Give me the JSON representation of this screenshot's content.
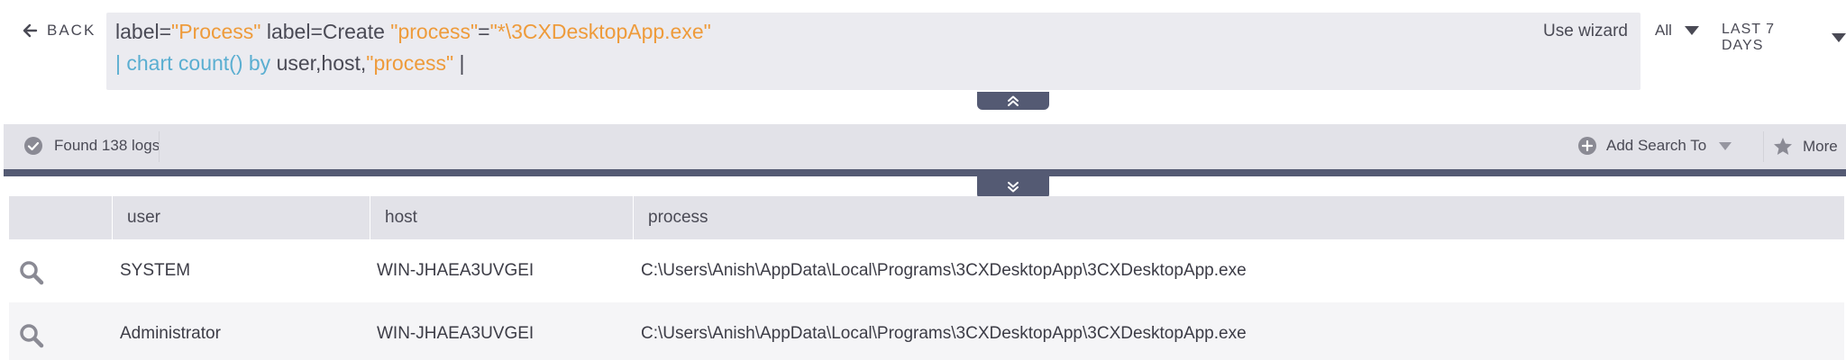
{
  "header": {
    "back_label": "BACK",
    "use_wizard_label": "Use wizard",
    "scope_filter": "All",
    "time_range": "LAST 7 DAYS"
  },
  "query": {
    "line1": [
      {
        "text": "label=",
        "kind": "plain"
      },
      {
        "text": "\"Process\"",
        "kind": "string"
      },
      {
        "text": " label=Create ",
        "kind": "plain"
      },
      {
        "text": "\"process\"",
        "kind": "string"
      },
      {
        "text": "=",
        "kind": "plain"
      },
      {
        "text": "\"*\\3CXDesktopApp.exe\"",
        "kind": "string"
      }
    ],
    "line2": [
      {
        "text": "| ",
        "kind": "keyword"
      },
      {
        "text": "chart count()",
        "kind": "keyword"
      },
      {
        "text": " by ",
        "kind": "keyword"
      },
      {
        "text": "user,host,",
        "kind": "plain"
      },
      {
        "text": "\"process\"",
        "kind": "string"
      },
      {
        "text": " |",
        "kind": "plain"
      }
    ]
  },
  "results": {
    "found_label": "Found 138 logs",
    "add_search_label": "Add Search To",
    "more_label": "More"
  },
  "table": {
    "columns": [
      "user",
      "host",
      "process"
    ],
    "rows": [
      {
        "user": "SYSTEM",
        "host": "WIN-JHAEA3UVGEI",
        "process": "C:\\Users\\Anish\\AppData\\Local\\Programs\\3CXDesktopApp\\3CXDesktopApp.exe"
      },
      {
        "user": "Administrator",
        "host": "WIN-JHAEA3UVGEI",
        "process": "C:\\Users\\Anish\\AppData\\Local\\Programs\\3CXDesktopApp\\3CXDesktopApp.exe"
      }
    ]
  },
  "colors": {
    "string": "#ee9b3b",
    "keyword": "#5aaed1",
    "accent_bar": "#545a73"
  },
  "icons": {
    "back": "arrow-left-icon",
    "found": "check-circle-icon",
    "add_search": "plus-circle-icon",
    "more": "star-icon",
    "row_action": "search-icon"
  }
}
